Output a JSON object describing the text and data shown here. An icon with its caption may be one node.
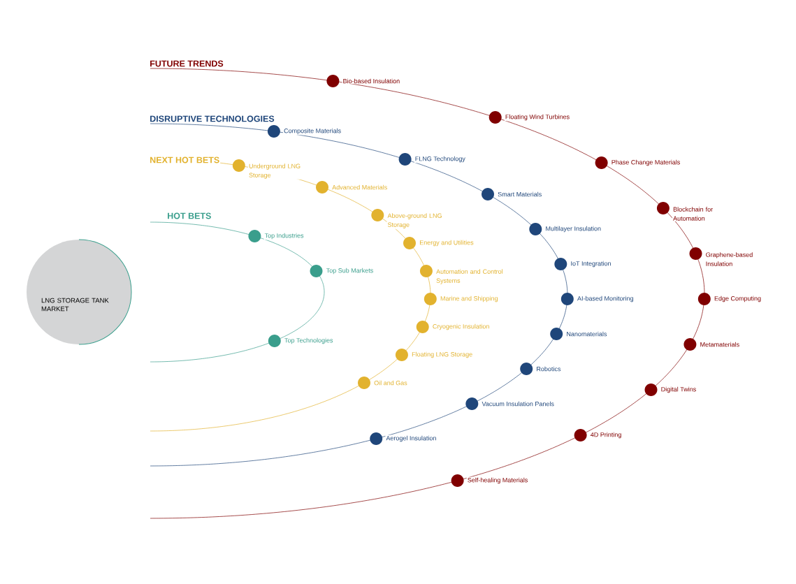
{
  "diagram": {
    "nodes": [
      {
        "text": [
          "LNG STORAGE TANK MARKET"
        ]
      },
      {
        "text": [
          "Top Industries"
        ]
      },
      {
        "text": [
          "Top Sub Markets"
        ]
      },
      {
        "text": [
          "Top Technologies"
        ]
      },
      {
        "text": [
          "Underground LNG Storage"
        ]
      },
      {
        "text": [
          "Advanced Materials"
        ]
      },
      {
        "text": [
          "Above-ground LNG Storage"
        ]
      },
      {
        "text": [
          "Energy and Utilities"
        ]
      },
      {
        "text": [
          "Automation and Control Systems"
        ]
      },
      {
        "text": [
          "Marine and Shipping"
        ]
      },
      {
        "text": [
          "Cryogenic Insulation"
        ]
      },
      {
        "text": [
          "Floating LNG Storage"
        ]
      },
      {
        "text": [
          "Oil and Gas"
        ]
      },
      {
        "text": [
          "Composite Materials"
        ]
      },
      {
        "text": [
          "FLNG Technology"
        ]
      },
      {
        "text": [
          "Smart Materials"
        ]
      },
      {
        "text": [
          "Multilayer Insulation"
        ]
      },
      {
        "text": [
          "IoT Integration"
        ]
      },
      {
        "text": [
          "AI-based Monitoring"
        ]
      },
      {
        "text": [
          "Nanomaterials"
        ]
      },
      {
        "text": [
          "Robotics"
        ]
      },
      {
        "text": [
          "Vacuum Insulation Panels"
        ]
      },
      {
        "text": [
          "Aerogel Insulation"
        ]
      },
      {
        "text": [
          "Bio-based Insulation"
        ]
      },
      {
        "text": [
          "Floating Wind Turbines"
        ]
      },
      {
        "text": [
          "Phase Change Materials"
        ]
      },
      {
        "text": [
          "Blockchain for Automation"
        ]
      },
      {
        "text": [
          "Graphene-based Insulation"
        ]
      },
      {
        "text": [
          "Edge Computing"
        ]
      },
      {
        "text": [
          "Metamaterials"
        ]
      },
      {
        "text": [
          "Digital Twins"
        ]
      },
      {
        "text": [
          "4D Printing"
        ]
      },
      {
        "text": [
          "Self-healing Materials"
        ]
      }
    ],
    "labels": [
      "FUTURE TRENDS",
      "DISRUPTIVE TECHNOLOGIES",
      "NEXT HOT BETS",
      "HOT BETS"
    ]
  }
}
